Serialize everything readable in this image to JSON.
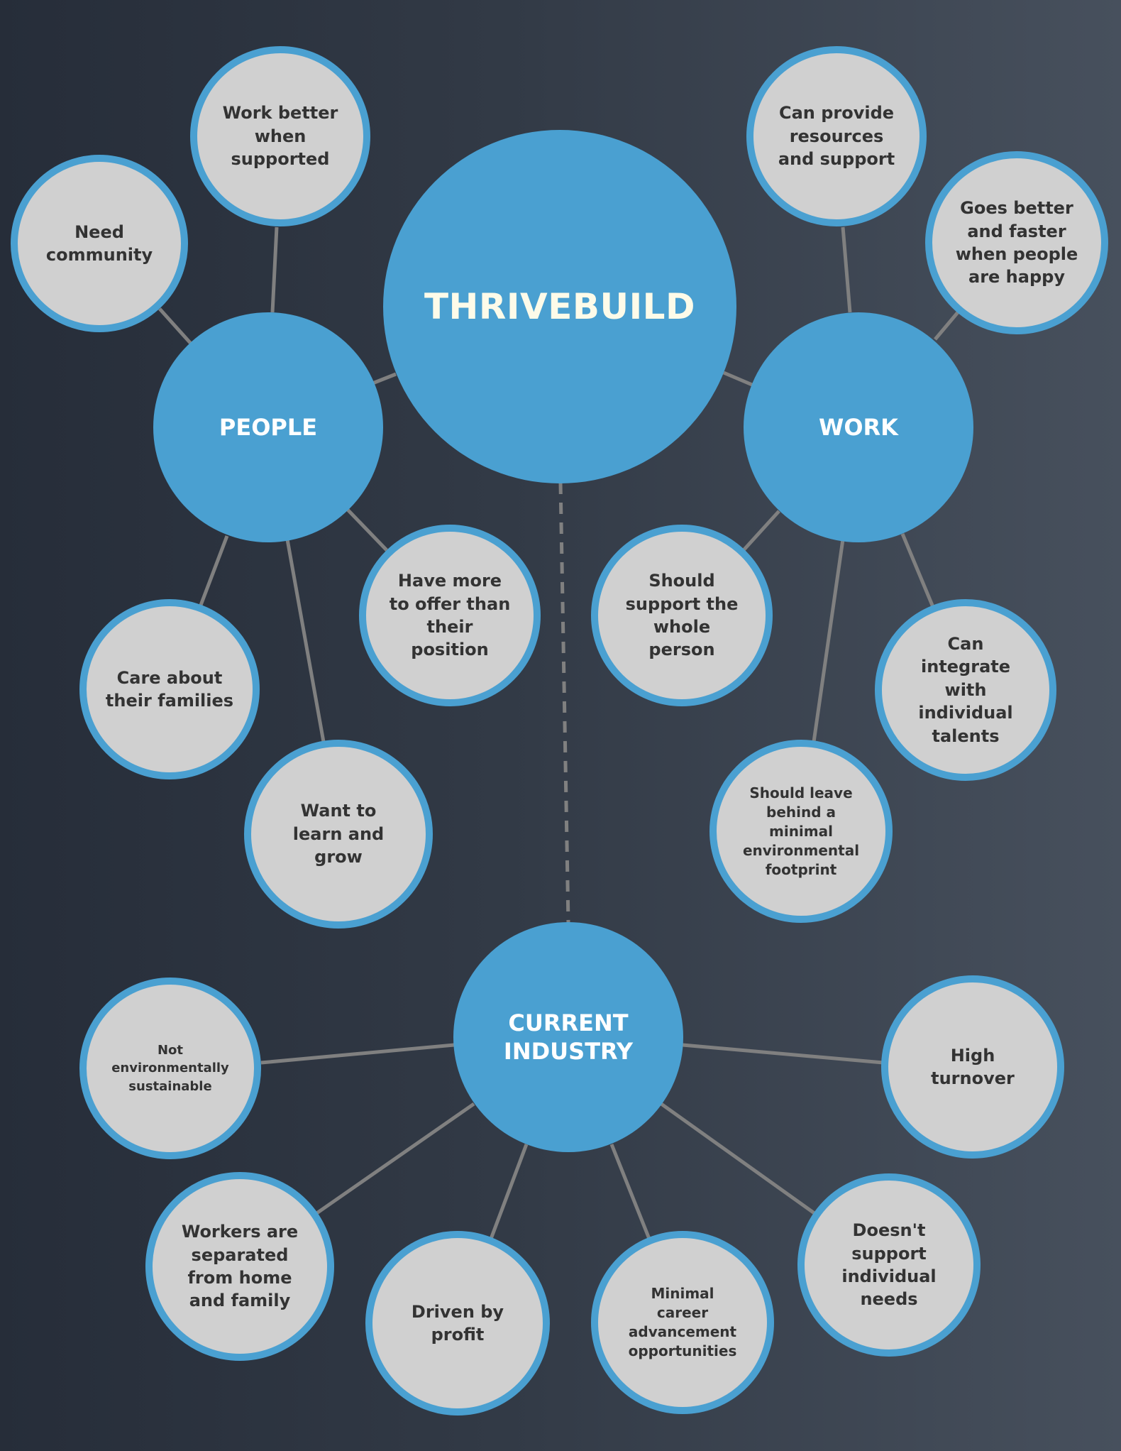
{
  "colors": {
    "hub": "#4aa0d1",
    "leaf_fill": "#d0d0d0",
    "leaf_text": "#333333",
    "connector": "#808080"
  },
  "main": {
    "label": "THRIVEBUILD"
  },
  "people": {
    "label": "PEOPLE",
    "items": [
      "Work better\nwhen\nsupported",
      "Need\ncommunity",
      "Care about\ntheir families",
      "Want to\nlearn and\ngrow",
      "Have more\nto offer than\ntheir\nposition"
    ]
  },
  "work": {
    "label": "WORK",
    "items": [
      "Can provide\nresources\nand support",
      "Goes better\nand faster\nwhen people\nare happy",
      "Should\nsupport the\nwhole\nperson",
      "Should leave\nbehind a\nminimal\nenvironmental\nfootprint",
      "Can\nintegrate\nwith\nindividual\ntalents"
    ]
  },
  "industry": {
    "label": "CURRENT\nINDUSTRY",
    "items": [
      "Not\nenvironmentally\nsustainable",
      "Workers are\nseparated\nfrom home\nand family",
      "Driven by\nprofit",
      "Minimal\ncareer\nadvancement\nopportunities",
      "Doesn't\nsupport\nindividual\nneeds",
      "High\nturnover"
    ]
  }
}
